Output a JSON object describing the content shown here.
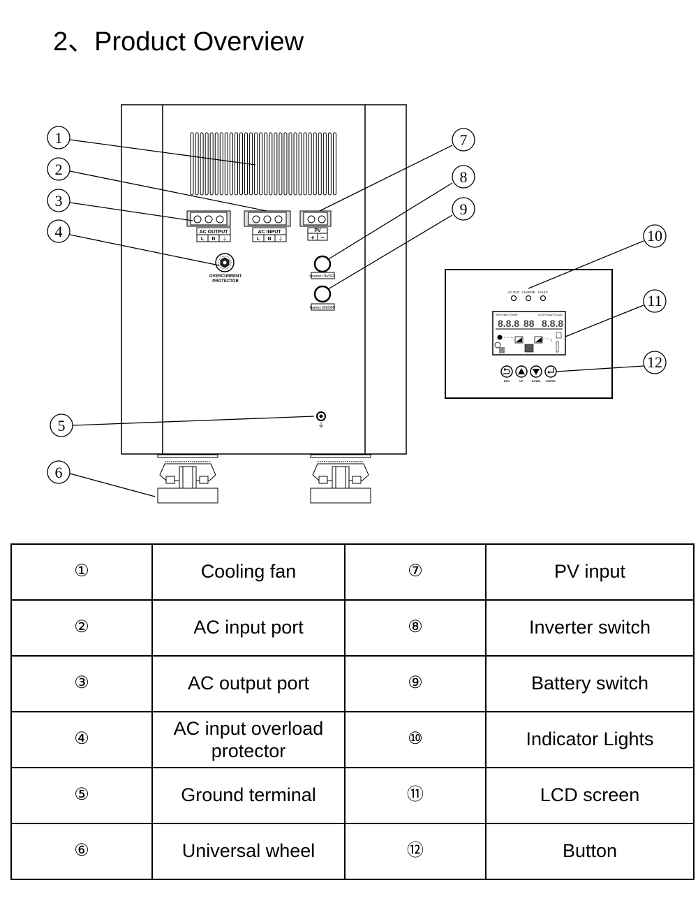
{
  "page": {
    "title": "2、Product Overview"
  },
  "diagram": {
    "callouts": [
      "1",
      "2",
      "3",
      "4",
      "5",
      "6",
      "7",
      "8",
      "9",
      "10",
      "11",
      "12"
    ],
    "terminals": {
      "ac_output": {
        "label": "AC OUTPUT",
        "pins": [
          "L",
          "N",
          "⏚"
        ]
      },
      "ac_input": {
        "label": "AC INPUT",
        "pins": [
          "L",
          "N",
          "⏚"
        ]
      },
      "pv": {
        "label": "PV",
        "pins": [
          "+",
          "−"
        ]
      }
    },
    "overcurrent_protector_label": [
      "OVERCURRENT",
      "PROTECTOR"
    ],
    "inverter_switch_label": "Inverter ON/OFF",
    "battery_switch_label": "Battery ON/OFF",
    "ground_symbol": "⏚",
    "control_panel": {
      "indicators": [
        "AC OUT",
        "CHARGE",
        "FAULT"
      ],
      "lcd": {
        "left_header": "INPUT/BATT/TEMP",
        "right_header": "OUTPUT/BATT/LOAD",
        "left_digits": "8.8.8",
        "center_digits": "88",
        "right_digits": "8.8.8"
      },
      "buttons": [
        {
          "label": "ESC",
          "icon": "return-arrow-icon"
        },
        {
          "label": "UP",
          "icon": "triangle-up-icon"
        },
        {
          "label": "DOWN",
          "icon": "triangle-down-icon"
        },
        {
          "label": "ENTER",
          "icon": "enter-arrow-icon"
        }
      ]
    }
  },
  "legend_table": {
    "rows": [
      {
        "left_num": "①",
        "left_label": "Cooling fan",
        "right_num": "⑦",
        "right_label": "PV input"
      },
      {
        "left_num": "②",
        "left_label": "AC input port",
        "right_num": "⑧",
        "right_label": "Inverter switch"
      },
      {
        "left_num": "③",
        "left_label": "AC output port",
        "right_num": "⑨",
        "right_label": "Battery switch"
      },
      {
        "left_num": "④",
        "left_label": "AC input overload protector",
        "right_num": "⑩",
        "right_label": "Indicator Lights"
      },
      {
        "left_num": "⑤",
        "left_label": "Ground terminal",
        "right_num": "⑪",
        "right_label": "LCD screen"
      },
      {
        "left_num": "⑥",
        "left_label": "Universal wheel",
        "right_num": "⑫",
        "right_label": "Button"
      }
    ]
  }
}
